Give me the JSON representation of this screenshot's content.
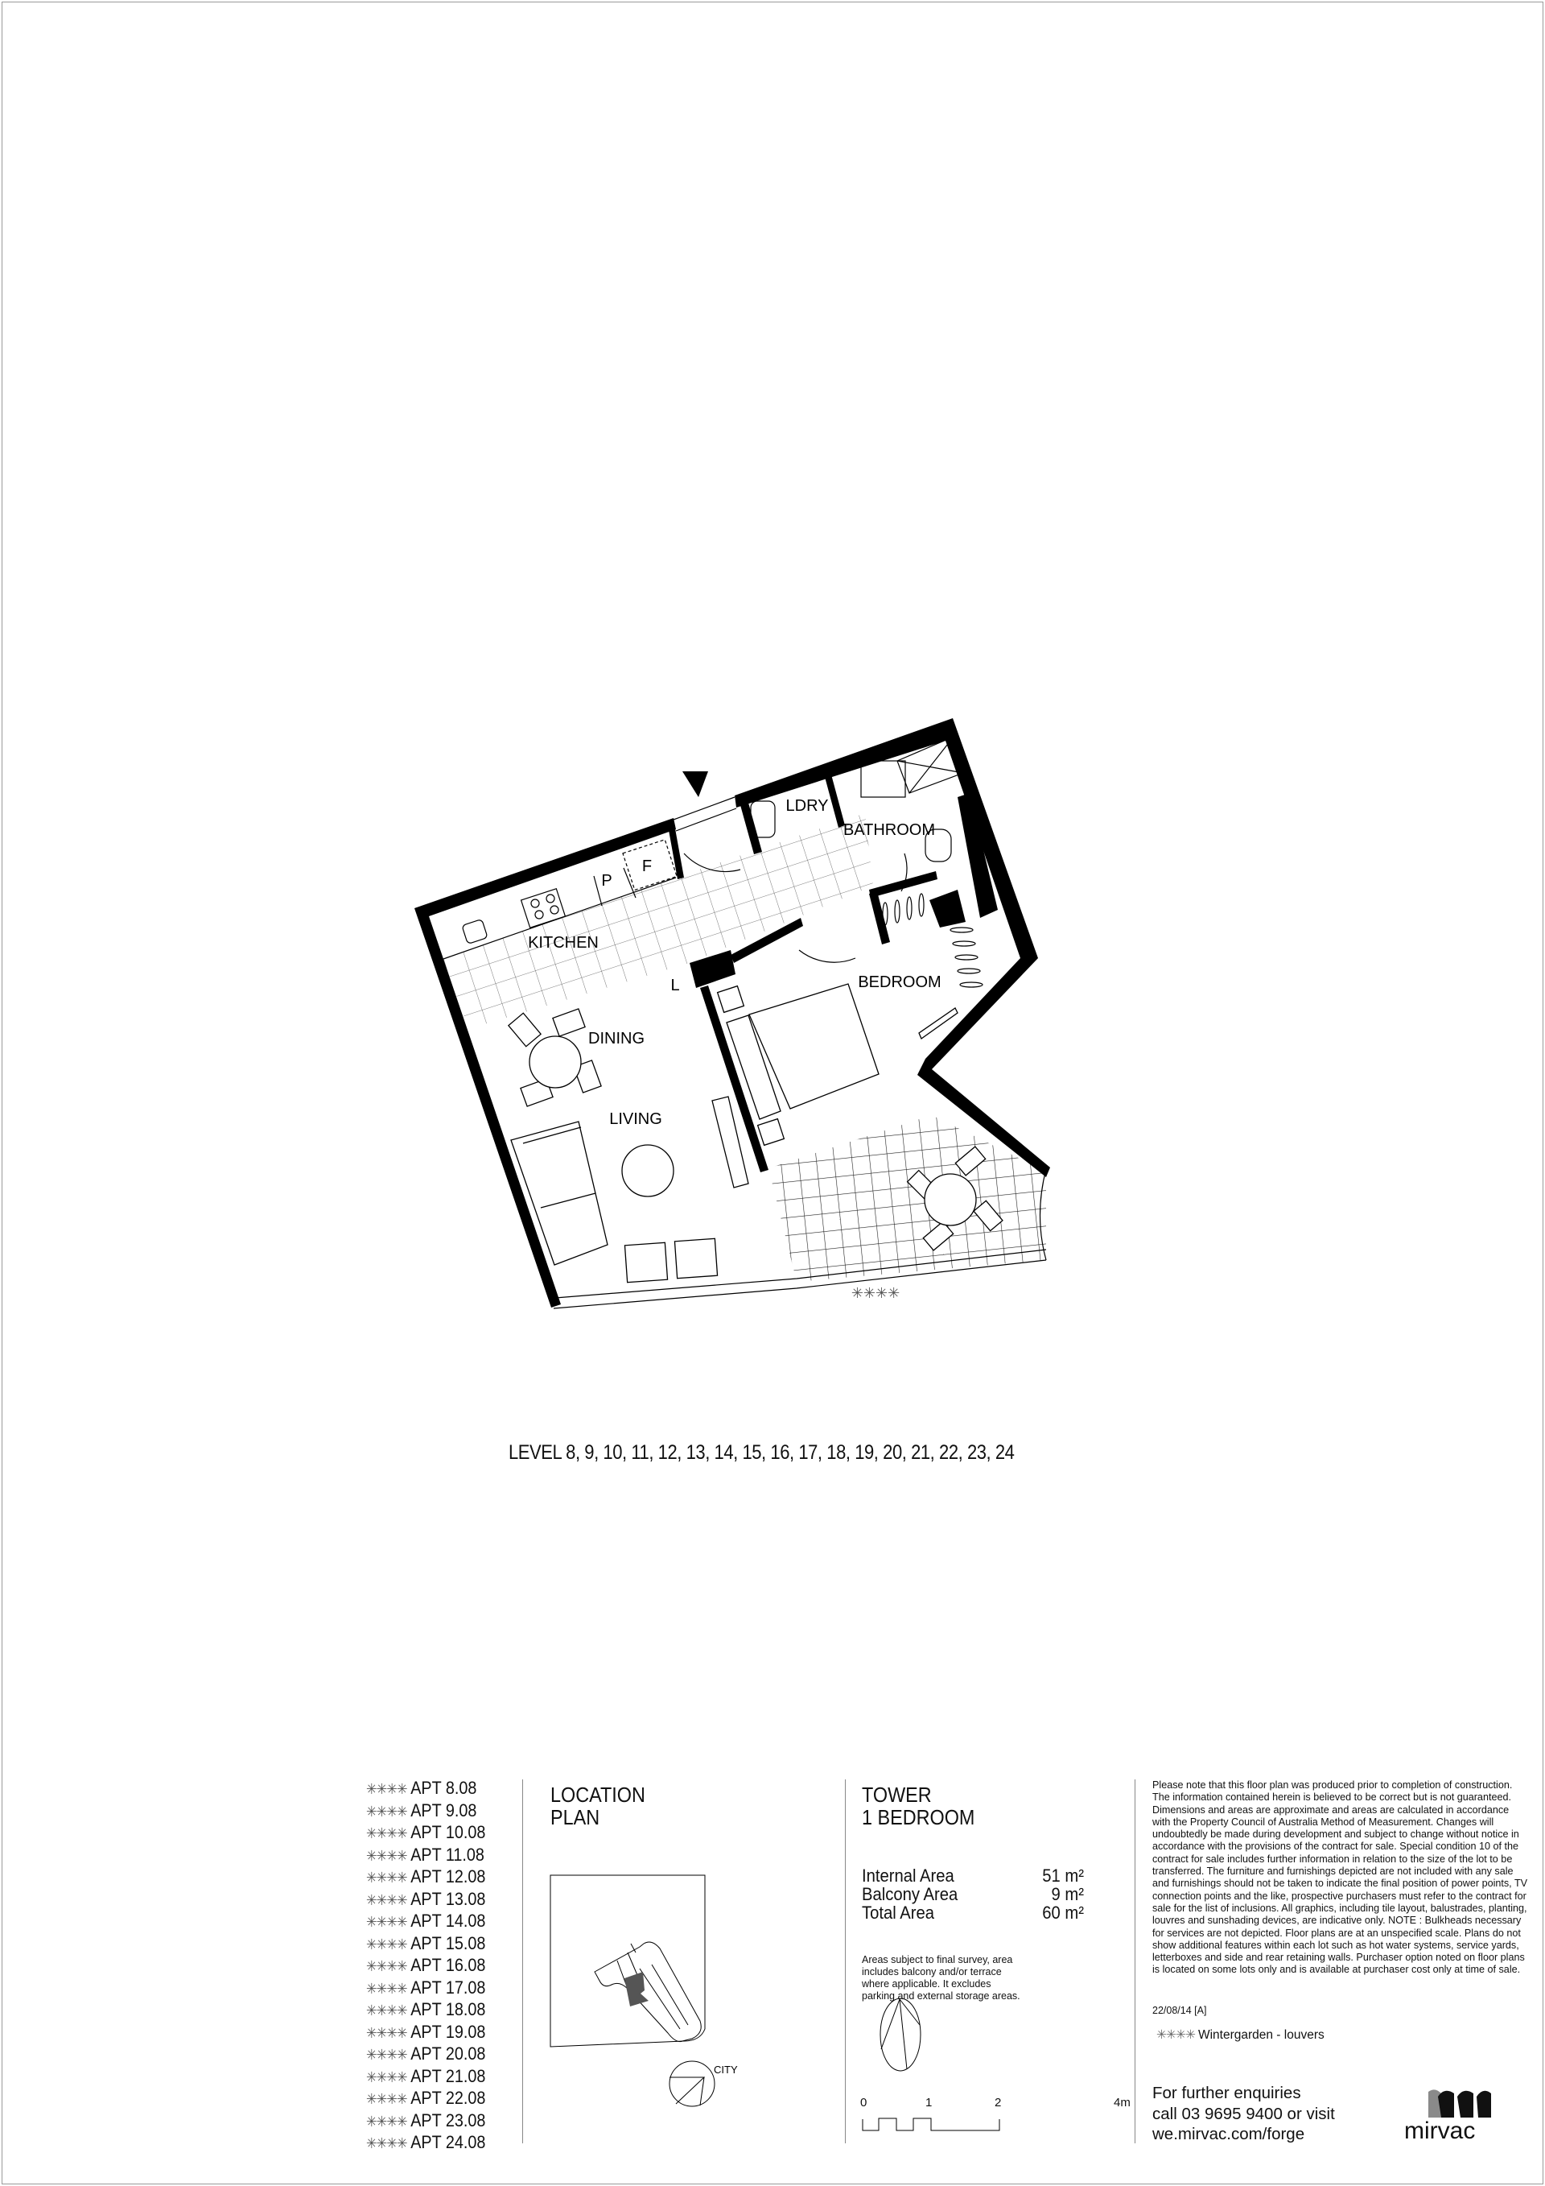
{
  "plan": {
    "rooms": {
      "kitchen": "KITCHEN",
      "dining": "DINING",
      "living": "LIVING",
      "bedroom": "BEDROOM",
      "bathroom": "BATHROOM",
      "laundry": "LDRY",
      "pantry": "P",
      "fridge": "F",
      "linen": "L"
    },
    "wintergarden_marker": "✳✳✳✳"
  },
  "levels": "LEVEL 8, 9, 10, 11, 12, 13, 14, 15, 16, 17, 18, 19, 20, 21, 22, 23, 24",
  "apartments": {
    "marker": "✳✳✳✳",
    "items": [
      "APT 8.08",
      "APT 9.08",
      "APT 10.08",
      "APT 11.08",
      "APT 12.08",
      "APT 13.08",
      "APT 14.08",
      "APT 15.08",
      "APT 16.08",
      "APT 17.08",
      "APT 18.08",
      "APT 19.08",
      "APT 20.08",
      "APT 21.08",
      "APT 22.08",
      "APT 23.08",
      "APT 24.08"
    ]
  },
  "location_plan": {
    "title_line1": "LOCATION",
    "title_line2": "PLAN",
    "compass_label": "CITY"
  },
  "unit": {
    "title_line1": "TOWER",
    "title_line2": "1 BEDROOM",
    "areas": [
      {
        "label": "Internal Area",
        "value": "51 m²"
      },
      {
        "label": "Balcony Area",
        "value": "9 m²"
      },
      {
        "label": "Total Area",
        "value": "60 m²"
      }
    ],
    "areas_note": "Areas subject to final survey, area includes balcony and/or terrace where applicable. It excludes parking and external storage areas.",
    "scale_labels": [
      "0",
      "1",
      "2",
      "4m"
    ]
  },
  "disclaimer": "Please note that this floor plan was produced prior to completion of construction. The information contained herein is believed to be correct but is not guaranteed. Dimensions and areas are approximate and areas are calculated in accordance with the Property Council of Australia Method of Measurement. Changes will undoubtedly be made during development and subject to change without notice in accordance with the provisions of the contract for sale. Special condition 10 of the contract for sale includes further information in relation to the size of the lot to be transferred. The furniture and furnishings depicted are not included with any sale and furnishings should not be taken to indicate the final position of power points, TV connection points and the like, prospective purchasers must refer to the contract for sale for the list of inclusions. All graphics, including tile layout, balustrades, planting, louvres and sunshading devices, are indicative only. NOTE : Bulkheads necessary for services are not depicted. Floor plans are at an unspecified scale. Plans do not show additional features within each lot such as hot water systems, service yards, letterboxes and side and rear retaining walls. Purchaser option noted on floor plans is located on some lots only and is available at purchaser cost only at time of sale.",
  "revision": "22/08/14  [A]",
  "legend": {
    "marker": "✳✳✳✳",
    "label": "Wintergarden - louvers"
  },
  "enquiries": {
    "line1": "For further enquiries",
    "line2": "call 03 9695 9400 or visit",
    "line3": "we.mirvac.com/forge"
  },
  "logo": {
    "text": "mirvac",
    "gray": "#8a8a8a",
    "black": "#111111"
  }
}
